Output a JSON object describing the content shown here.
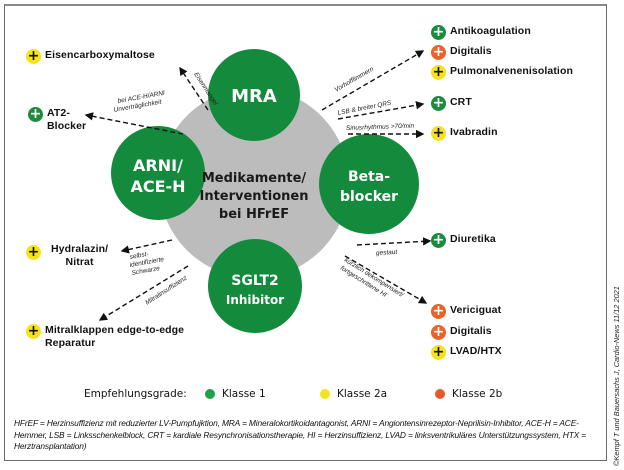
{
  "center": {
    "lines": [
      "Medikamente/",
      "Interventionen",
      "bei HFrEF"
    ]
  },
  "nodes": {
    "mra": {
      "lines": [
        "MRA"
      ]
    },
    "arni": {
      "lines": [
        "ARNI/",
        "ACE-H"
      ]
    },
    "beta": {
      "lines": [
        "Beta-",
        "blocker"
      ]
    },
    "sglt2": {
      "lines": [
        "SGLT2",
        "Inhibitor"
      ]
    }
  },
  "annotations": {
    "eisenmangel": "Eisenmangel",
    "ace_arni_1": "bei ACE-H/ARNI",
    "ace_arni_2": "Unverträglichkeit",
    "vorhofflimmern": "Vorhofflimmern",
    "lsb": "LSB & breiter QRS",
    "sinus": "Sinusrhythmus >70/min",
    "gestaut": "gestaut",
    "kuerzlich_1": "kürzlich dekompensiert/",
    "kuerzlich_2": "fortgeschrittene HI",
    "selbst_1": "selbst-",
    "selbst_2": "identifizierte",
    "selbst_3": "Schwarze",
    "mitralinsuff": "Mitralinsuffizienz"
  },
  "items": {
    "eisen": {
      "label": "Eisencarboxymaltose",
      "class": "k2a"
    },
    "at2": {
      "label": "AT2-\nBlocker",
      "class": "k1"
    },
    "hydralazin": {
      "label": "Hydralazin/\nNitrat",
      "class": "k2a"
    },
    "mitral": {
      "label": "Mitralklappen edge-to-edge\nReparatur",
      "class": "k2a"
    },
    "antikoag": {
      "label": "Antikoagulation",
      "class": "k1"
    },
    "digitalis1": {
      "label": "Digitalis",
      "class": "k2b"
    },
    "pvi": {
      "label": "Pulmonalvenenisolation",
      "class": "k2a"
    },
    "crt": {
      "label": "CRT",
      "class": "k1"
    },
    "ivabradin": {
      "label": "Ivabradin",
      "class": "k2a"
    },
    "diuretika": {
      "label": "Diuretika",
      "class": "k1"
    },
    "vericiguat": {
      "label": "Vericiguat",
      "class": "k2b"
    },
    "digitalis2": {
      "label": "Digitalis",
      "class": "k2b"
    },
    "lvad": {
      "label": "LVAD/HTX",
      "class": "k2a"
    }
  },
  "legend": {
    "title": "Empfehlungsgrade:",
    "entries": [
      {
        "label": "Klasse 1",
        "color": "#1fa049"
      },
      {
        "label": "Klasse 2a",
        "color": "#f7e31b"
      },
      {
        "label": "Klasse 2b",
        "color": "#e8582a"
      }
    ]
  },
  "colors": {
    "node_green": "#148a3c",
    "hub_gray": "#bdbcbd",
    "class1": "#1e8a3e",
    "class2a": "#f5e21a",
    "class2b": "#e8622a"
  },
  "footnote": "HFrEF = Herzinsuffizienz mit reduzierter LV-Pumpfujktion, MRA = Mineralokortikoidantagonist, ARNI = Angiontensinrezeptor-Neprilisin-Inhibitor, ACE-H = ACE-Hemmer, LSB = Linksschenkelblock, CRT = kardiale Resynchronisationstherapie, HI = Herzinsuffizienz, LVAD = linksventrikuläres Unterstützungssystem, HTX = Herztransplantation)",
  "copyright": "©Kempf T und Bauersachs J, Cardio-News 11/12 2021"
}
